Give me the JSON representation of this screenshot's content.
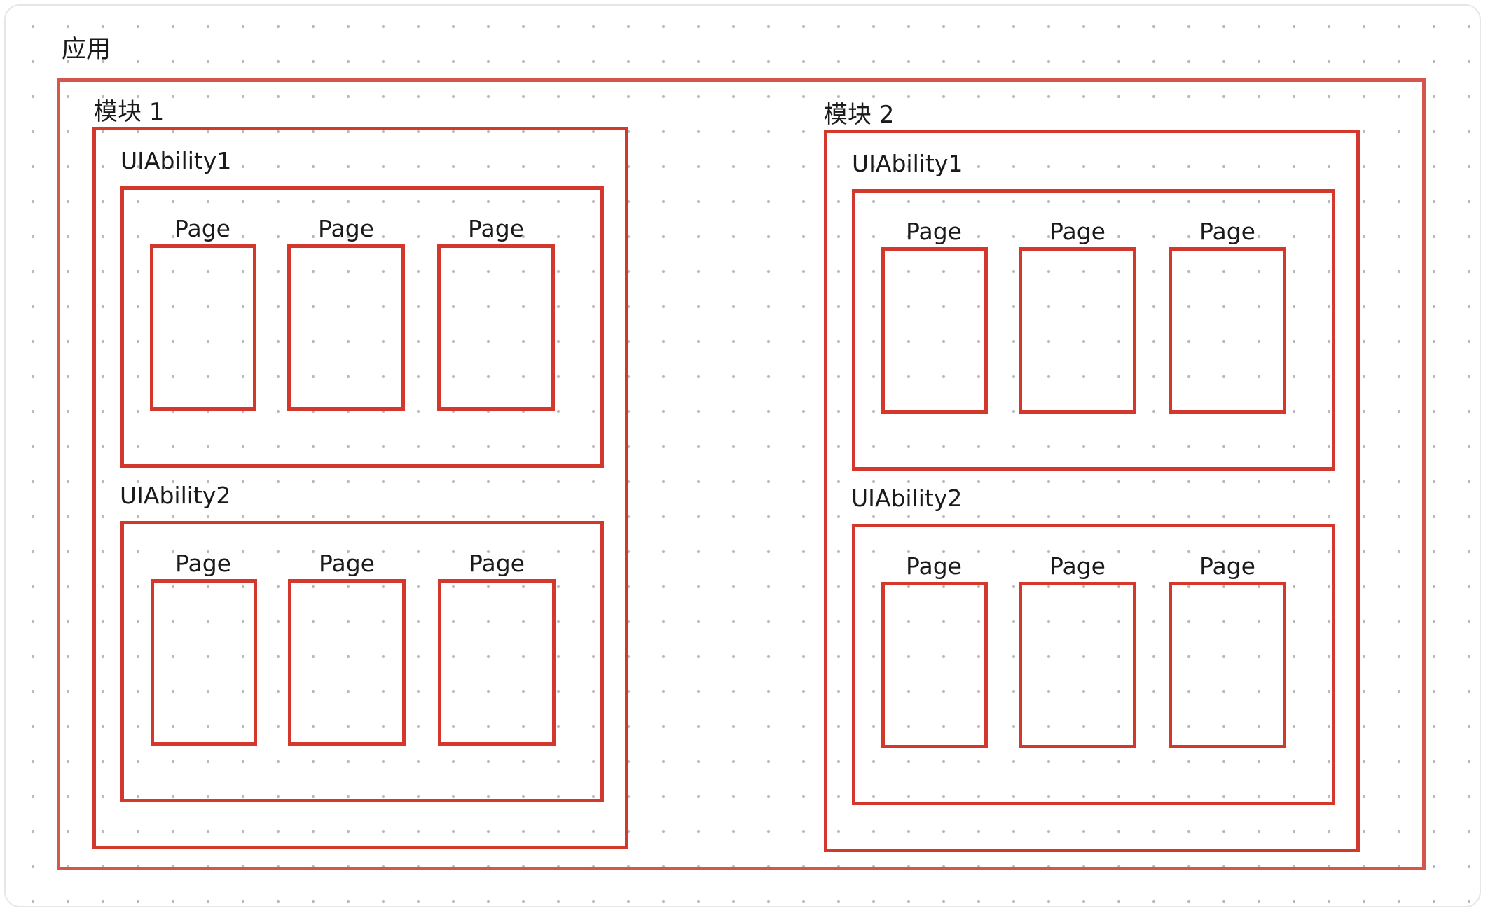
{
  "app": {
    "label": "应用"
  },
  "modules": [
    {
      "label": "模块 1",
      "abilities": [
        {
          "label": "UIAbility1",
          "pages": [
            "Page",
            "Page",
            "Page"
          ]
        },
        {
          "label": "UIAbility2",
          "pages": [
            "Page",
            "Page",
            "Page"
          ]
        }
      ]
    },
    {
      "label": "模块 2",
      "abilities": [
        {
          "label": "UIAbility1",
          "pages": [
            "Page",
            "Page",
            "Page"
          ]
        },
        {
          "label": "UIAbility2",
          "pages": [
            "Page",
            "Page",
            "Page"
          ]
        }
      ]
    }
  ],
  "colors": {
    "app_border": "#d6554d",
    "module_border": "#d4372c",
    "dot_grid": "#b9b9b9"
  }
}
